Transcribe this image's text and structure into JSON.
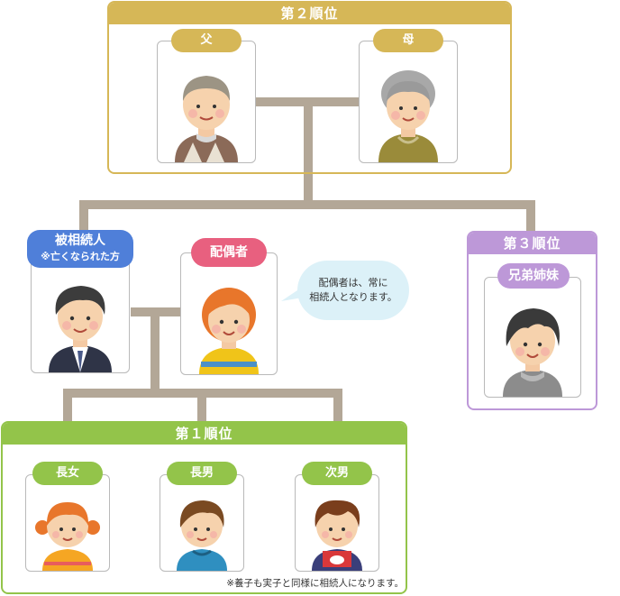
{
  "rank2": {
    "header": "第２順位",
    "father": "父",
    "mother": "母"
  },
  "deceased": {
    "label_line1": "被相続人",
    "label_line2": "※亡くなられた方"
  },
  "spouse": {
    "label": "配偶者",
    "bubble_line1": "配偶者は、常に",
    "bubble_line2": "相続人となります。"
  },
  "rank3": {
    "header": "第３順位",
    "siblings": "兄弟姉妹"
  },
  "rank1": {
    "header": "第１順位",
    "eldest_daughter": "長女",
    "eldest_son": "長男",
    "second_son": "次男",
    "note": "※養子も実子と同様に相続人になります。"
  },
  "colors": {
    "rank2": "#d6b757",
    "rank1": "#93c44a",
    "rank3": "#bd98d8",
    "deceased": "#4f7fd9",
    "spouse": "#e8607f",
    "connector": "#b3a797",
    "bubble": "#dcf1f8"
  }
}
